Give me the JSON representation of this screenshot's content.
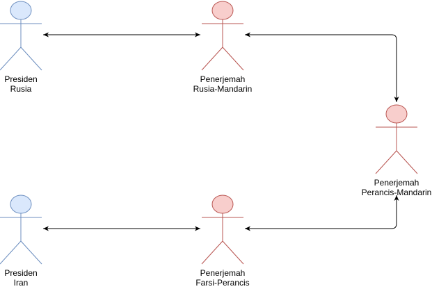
{
  "colors": {
    "blue_stroke": "#6c8ebf",
    "blue_fill": "#dae8fc",
    "red_stroke": "#b85450",
    "red_fill": "#f8cecc",
    "connector": "#000000"
  },
  "actors": [
    {
      "id": "presiden-rusia",
      "style": "blue",
      "label": [
        "Presiden",
        "Rusia"
      ]
    },
    {
      "id": "penerjemah-rusia-mandarin",
      "style": "red",
      "label": [
        "Penerjemah",
        "Rusia-Mandarin"
      ]
    },
    {
      "id": "penerjemah-perancis-mandarin",
      "style": "red",
      "label": [
        "Penerjemah",
        "Perancis-Mandarin"
      ]
    },
    {
      "id": "presiden-iran",
      "style": "blue",
      "label": [
        "Presiden",
        "Iran"
      ]
    },
    {
      "id": "penerjemah-farsi-perancis",
      "style": "red",
      "label": [
        "Penerjemah",
        "Farsi-Perancis"
      ]
    }
  ],
  "connections": [
    {
      "from": "presiden-rusia",
      "to": "penerjemah-rusia-mandarin",
      "bidirectional": true
    },
    {
      "from": "penerjemah-rusia-mandarin",
      "to": "penerjemah-perancis-mandarin",
      "bidirectional": true
    },
    {
      "from": "penerjemah-perancis-mandarin",
      "to": "penerjemah-farsi-perancis",
      "bidirectional": true
    },
    {
      "from": "presiden-iran",
      "to": "penerjemah-farsi-perancis",
      "bidirectional": true
    }
  ]
}
